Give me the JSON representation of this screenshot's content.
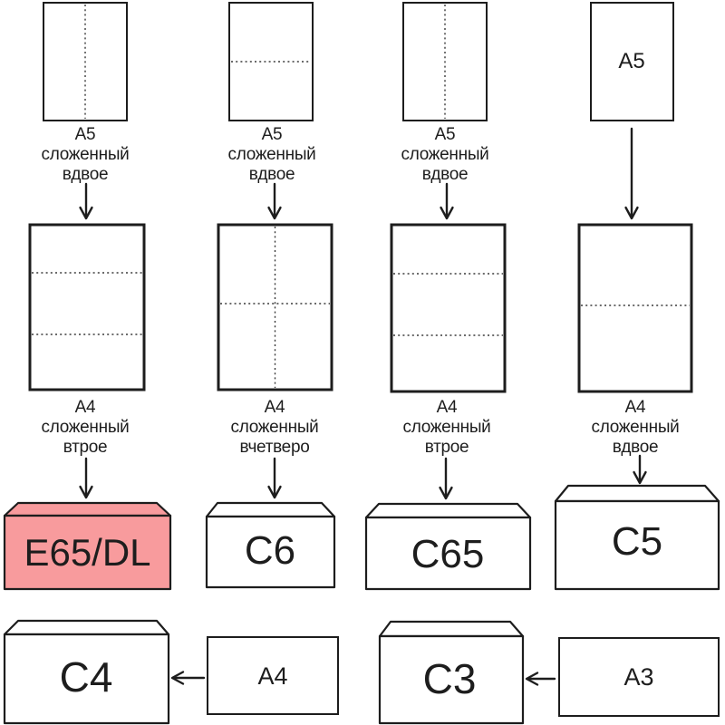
{
  "colors": {
    "background": "#ffffff",
    "ink": "#1d1d1d",
    "highlight_fill": "#f89b9d"
  },
  "row1": {
    "col1": {
      "line1": "A5",
      "line2": "сложенный",
      "line3": "вдвое"
    },
    "col2": {
      "line1": "A5",
      "line2": "сложенный",
      "line3": "вдвое"
    },
    "col3": {
      "line1": "A5",
      "line2": "сложенный",
      "line3": "вдвое"
    },
    "col4_inside_label": "A5"
  },
  "row2": {
    "col1": {
      "line1": "A4",
      "line2": "сложенный",
      "line3": "втрое"
    },
    "col2": {
      "line1": "A4",
      "line2": "сложенный",
      "line3": "вчетверо"
    },
    "col3": {
      "line1": "A4",
      "line2": "сложенный",
      "line3": "втрое"
    },
    "col4": {
      "line1": "A4",
      "line2": "сложенный",
      "line3": "вдвое"
    }
  },
  "envelopes": {
    "e65dl": "E65/DL",
    "c6": "C6",
    "c65": "C65",
    "c5": "C5",
    "c4": "C4",
    "c3": "C3"
  },
  "bottom_sheets": {
    "a4": "A4",
    "a3": "A3"
  }
}
